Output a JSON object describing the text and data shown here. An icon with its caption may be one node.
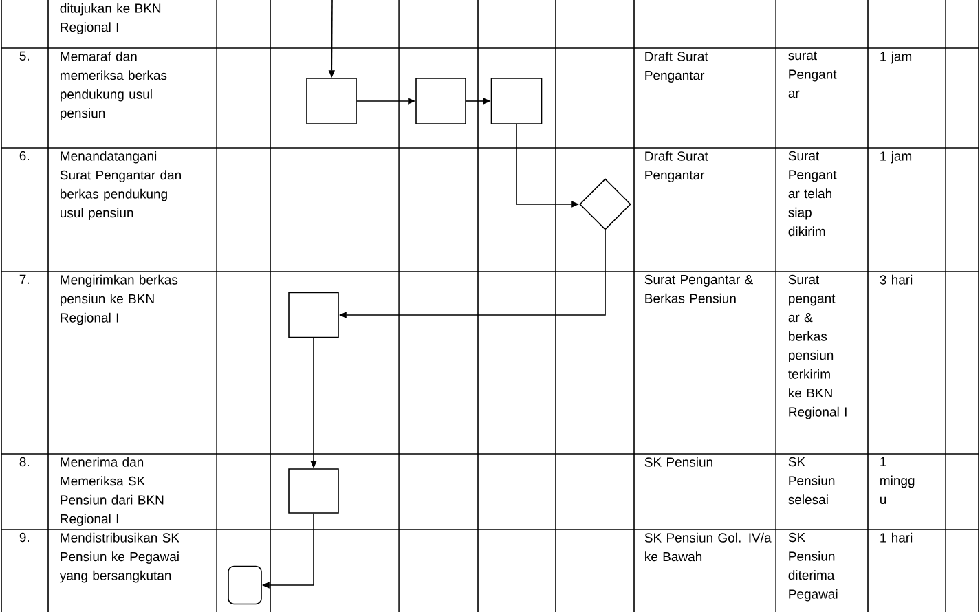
{
  "diagram": {
    "nodes": [
      {
        "text": [],
        "shape": "box"
      },
      {
        "text": [],
        "shape": "box"
      },
      {
        "text": [],
        "shape": "box"
      },
      {
        "text": [],
        "shape": "diamond"
      },
      {
        "text": [],
        "shape": "box"
      },
      {
        "text": [],
        "shape": "box"
      },
      {
        "text": [],
        "shape": "box"
      }
    ],
    "edges": [
      {
        "from": null,
        "to": 0,
        "arrow": "to"
      },
      {
        "from": 0,
        "to": 1,
        "arrow": "to"
      },
      {
        "from": 1,
        "to": 2,
        "arrow": "to"
      },
      {
        "from": 2,
        "to": 3,
        "arrow": "to"
      },
      {
        "from": 3,
        "to": 4,
        "arrow": "to"
      },
      {
        "from": 4,
        "to": 5,
        "arrow": "to"
      },
      {
        "from": 5,
        "to": 6,
        "arrow": "to"
      }
    ],
    "labels": [
      "ditujukan ke BKN Regional I",
      "5.",
      "Memaraf dan memeriksa berkas pendukung usul pensiun",
      "Draft Surat Pengantar",
      "surat Pengant ar",
      "1 jam",
      "6.",
      "Menandatangani Surat Pengantar dan berkas pendukung usul pensiun",
      "Draft Surat Pengantar",
      "Surat Pengant ar telah siap dikirim",
      "1 jam",
      "7.",
      "Mengirimkan berkas pensiun ke BKN Regional I",
      "Surat Pengantar & Berkas Pensiun",
      "Surat pengant ar & berkas pensiun terkirim ke BKN Regional I",
      "3 hari",
      "8.",
      "Menerima dan Memeriksa SK Pensiun dari BKN Regional I",
      "SK Pensiun",
      "SK Pensiun selesai",
      "1 mingg u",
      "9.",
      "Mendistribusikan SK Pensiun ke Pegawai yang bersangkutan",
      "SK Pensiun Gol. IV/a ke Bawah",
      "SK Pensiun diterima Pegawai",
      "1 hari"
    ]
  }
}
